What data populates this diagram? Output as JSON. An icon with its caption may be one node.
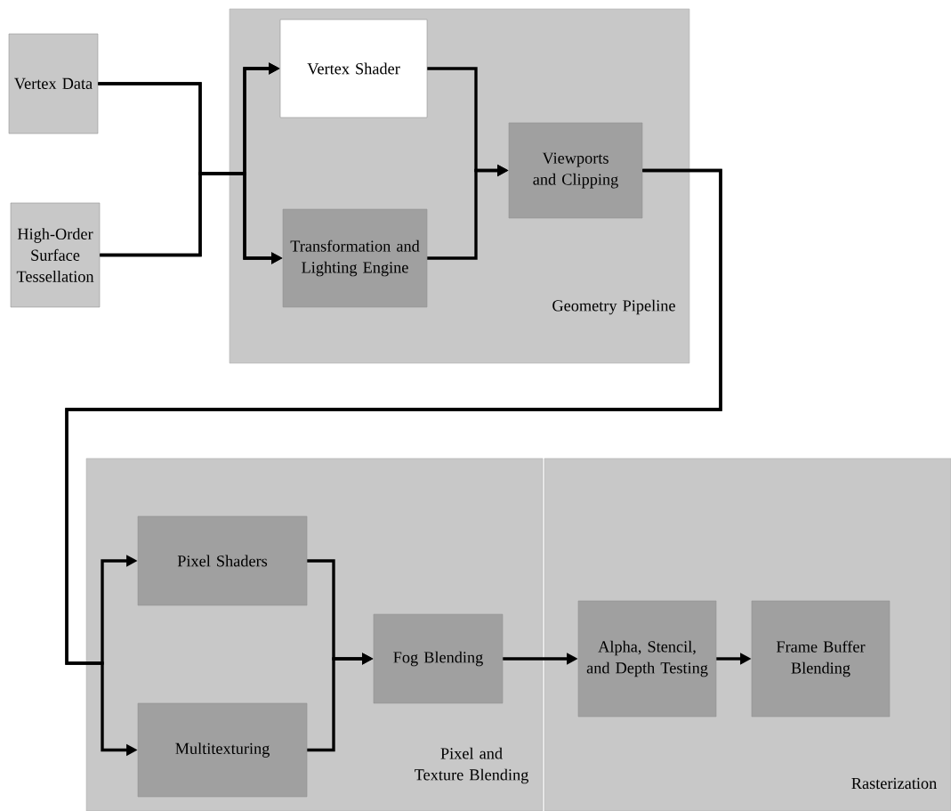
{
  "diagram": {
    "nodes": [
      {
        "text": [
          "Geometry Pipeline"
        ]
      },
      {
        "text": [
          "Pixel and Texture Blending"
        ]
      },
      {
        "text": [
          "Rasterization"
        ]
      },
      {
        "text": [
          "Vertex Data"
        ]
      },
      {
        "text": [
          "High-Order Surface Tessellation"
        ]
      },
      {
        "text": [
          "Vertex Shader"
        ],
        "in": 0
      },
      {
        "text": [
          "Transformation and Lighting Engine"
        ],
        "in": 0
      },
      {
        "text": [
          "Viewports and Clipping"
        ],
        "in": 0
      },
      {
        "text": [
          "Pixel Shaders"
        ],
        "in": 1
      },
      {
        "text": [
          "Multitexturing"
        ],
        "in": 1
      },
      {
        "text": [
          "Fog Blending"
        ],
        "in": 1
      },
      {
        "text": [
          "Alpha, Stencil, and Depth Testing"
        ],
        "in": 2
      },
      {
        "text": [
          "Frame Buffer Blending"
        ],
        "in": 2
      }
    ],
    "edges": [
      {
        "from": 3,
        "to": 5,
        "arrow": "to"
      },
      {
        "from": 3,
        "to": 6,
        "arrow": "to"
      },
      {
        "from": 4,
        "to": 5,
        "arrow": "to"
      },
      {
        "from": 4,
        "to": 6,
        "arrow": "to"
      },
      {
        "from": 5,
        "to": 7,
        "arrow": "to"
      },
      {
        "from": 6,
        "to": 7,
        "arrow": "to"
      },
      {
        "from": 7,
        "to": 8,
        "arrow": "to"
      },
      {
        "from": 7,
        "to": 9,
        "arrow": "to"
      },
      {
        "from": 8,
        "to": 10,
        "arrow": "to"
      },
      {
        "from": 9,
        "to": 10,
        "arrow": "to"
      },
      {
        "from": 10,
        "to": 11,
        "arrow": "to"
      },
      {
        "from": 11,
        "to": 12,
        "arrow": "to"
      }
    ]
  }
}
